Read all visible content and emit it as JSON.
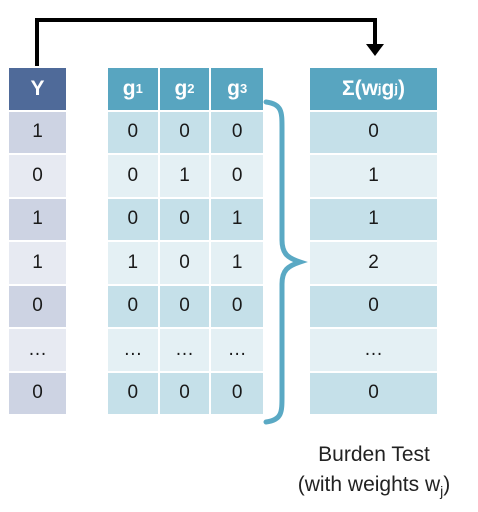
{
  "columns": {
    "y": {
      "header": "Y",
      "values": [
        "1",
        "0",
        "1",
        "1",
        "0",
        "…",
        "0"
      ]
    },
    "genotypes": {
      "headers": [
        {
          "base": "g",
          "sub": "1"
        },
        {
          "base": "g",
          "sub": "2"
        },
        {
          "base": "g",
          "sub": "3"
        }
      ],
      "rows": [
        [
          "0",
          "0",
          "0"
        ],
        [
          "0",
          "1",
          "0"
        ],
        [
          "0",
          "0",
          "1"
        ],
        [
          "1",
          "0",
          "1"
        ],
        [
          "0",
          "0",
          "0"
        ],
        [
          "…",
          "…",
          "…"
        ],
        [
          "0",
          "0",
          "0"
        ]
      ]
    },
    "sum": {
      "header_parts": {
        "pre": "Σ(w",
        "s1": "j",
        "mid": "g",
        "s2": "j",
        "post": ")"
      },
      "values": [
        "0",
        "1",
        "1",
        "2",
        "0",
        "…",
        "0"
      ]
    }
  },
  "caption": {
    "line1": "Burden Test",
    "line2_text": "(with weights w",
    "line2_sub": "j",
    "line2_close": ")"
  },
  "colors": {
    "y_header": "#4f6a99",
    "g_header": "#58a5c0",
    "brace": "#5aa9c4",
    "arrow": "#000000"
  }
}
